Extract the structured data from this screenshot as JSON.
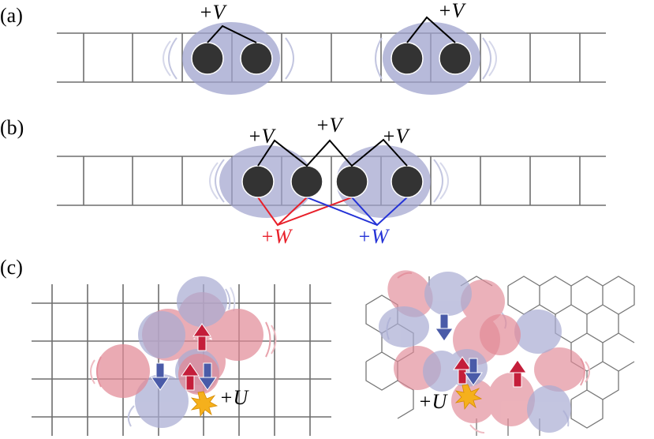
{
  "panels": {
    "a": {
      "label": "(a)",
      "terms": [
        "+V",
        "+V"
      ]
    },
    "b": {
      "label": "(b)",
      "terms": [
        "+V",
        "+V",
        "+V"
      ],
      "cross_terms": [
        "+W",
        "+W"
      ]
    },
    "c": {
      "label": "(c)",
      "terms": [
        "+U",
        "+U"
      ]
    }
  },
  "colors": {
    "blob_blue": "#9fa3cd",
    "lobe_red": "#e28a97",
    "lobe_blue": "#a9acd3",
    "dot": "#333333",
    "arrow_red": "#c41e3a",
    "arrow_blue": "#4a5ba8",
    "w_red": "#e8202a",
    "w_blue": "#2432d6",
    "spark": "#f5b01c"
  }
}
